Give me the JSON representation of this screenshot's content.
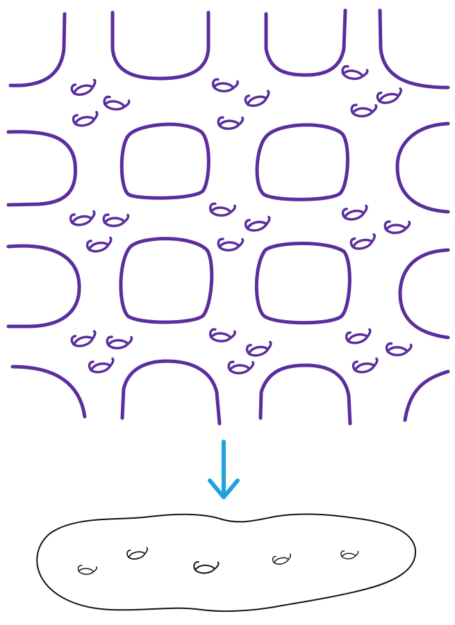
{
  "figure": {
    "description_text": "",
    "colors": {
      "lattice": "#5b2d9e",
      "arrow": "#1ea1dd",
      "surface": "#111111",
      "background": "#ffffff"
    },
    "icons": {
      "hole": "oval-hole-shape",
      "arrow": "arrow-down-icon",
      "surface": "blob-surface-shape"
    },
    "lattice": {
      "rows_of_cells": 4,
      "handles_per_cluster": 3
    },
    "surface": {
      "hole_count": 5
    }
  }
}
